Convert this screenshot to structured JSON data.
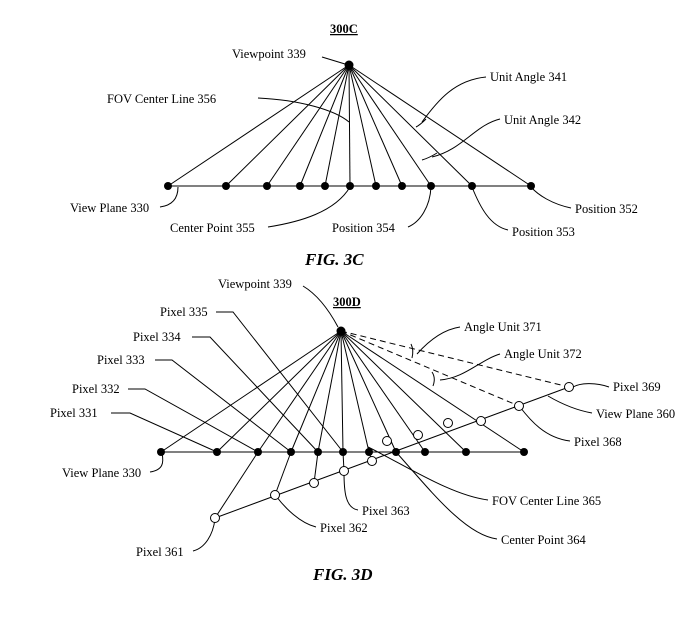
{
  "fig3c": {
    "tag": "300C",
    "caption": "FIG. 3C",
    "viewpoint": "Viewpoint 339",
    "fov_center_line": "FOV Center Line 356",
    "unit_angle_341": "Unit Angle 341",
    "unit_angle_342": "Unit Angle 342",
    "view_plane": "View Plane 330",
    "center_point": "Center Point 355",
    "position_354": "Position 354",
    "position_353": "Position 353",
    "position_352": "Position 352"
  },
  "fig3d": {
    "tag": "300D",
    "caption": "FIG. 3D",
    "viewpoint": "Viewpoint 339",
    "pixel_335": "Pixel 335",
    "pixel_334": "Pixel 334",
    "pixel_333": "Pixel 333",
    "pixel_332": "Pixel 332",
    "pixel_331": "Pixel 331",
    "view_plane_330": "View Plane 330",
    "angle_unit_371": "Angle Unit 371",
    "angle_unit_372": "Angle Unit 372",
    "pixel_369": "Pixel 369",
    "view_plane_360": "View Plane 360",
    "pixel_368": "Pixel 368",
    "fov_center_line": "FOV Center Line 365",
    "pixel_363": "Pixel 363",
    "pixel_362": "Pixel 362",
    "center_point": "Center Point 364",
    "pixel_361": "Pixel 361"
  }
}
